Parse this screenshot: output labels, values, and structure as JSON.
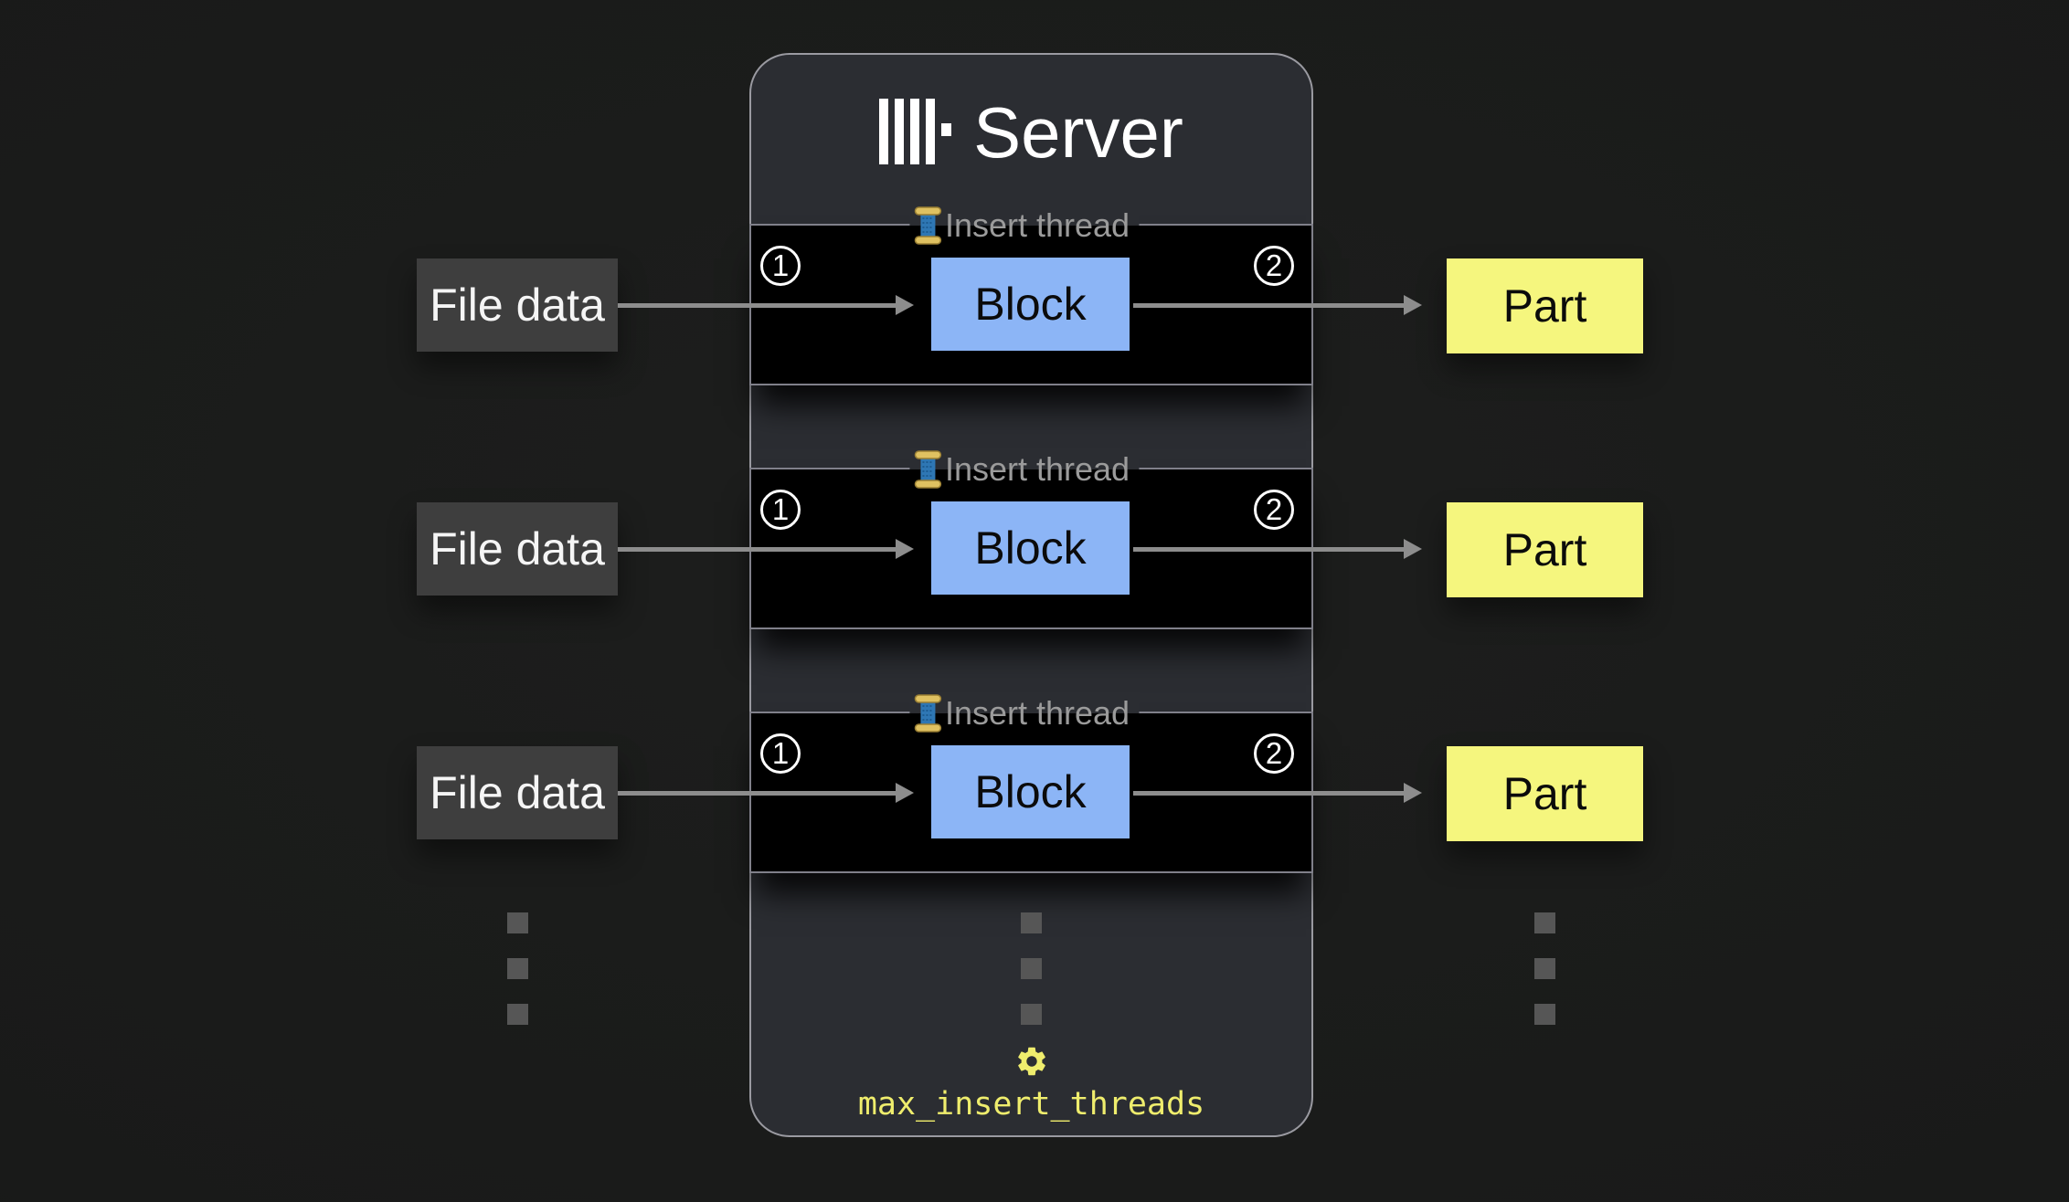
{
  "server": {
    "title": "Server",
    "logo": "clickhouse-logo",
    "setting": {
      "icon": "gear-icon",
      "label": "max_insert_threads"
    }
  },
  "rows": [
    {
      "source": "File data",
      "thread_label": "Insert thread",
      "thread_icon": "thread-spool-icon",
      "step_in": "1",
      "block": "Block",
      "step_out": "2",
      "output": "Part"
    },
    {
      "source": "File data",
      "thread_label": "Insert thread",
      "thread_icon": "thread-spool-icon",
      "step_in": "1",
      "block": "Block",
      "step_out": "2",
      "output": "Part"
    },
    {
      "source": "File data",
      "thread_label": "Insert thread",
      "thread_icon": "thread-spool-icon",
      "step_in": "1",
      "block": "Block",
      "step_out": "2",
      "output": "Part"
    }
  ],
  "ellipsis": {
    "icon": "vertical-ellipsis-dots",
    "columns": [
      "file-data-column",
      "insert-thread-column",
      "part-column"
    ]
  },
  "colors": {
    "page-bg": "#191a19",
    "server-bg": "#2b2d32",
    "server-border": "#9a9aa1",
    "thread-bg": "#000000",
    "thread-border": "#80808a",
    "legend-text": "#9b9b9b",
    "file-bg": "#3e3e3e",
    "file-text": "#f5f5f5",
    "block-bg": "#8cb5f6",
    "part-bg": "#f5f67e",
    "arrow": "#8d8d8d",
    "dot": "#565656",
    "accent-yellow": "#efed6d",
    "title-text": "#ffffff"
  }
}
